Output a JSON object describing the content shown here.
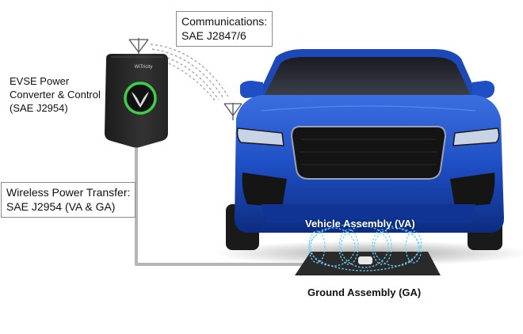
{
  "labels": {
    "evse": [
      "EVSE Power",
      "Converter & Control",
      "(SAE J2954)"
    ],
    "communications": [
      "Communications:",
      "SAE J2847/6"
    ],
    "wireless": [
      "Wireless Power Transfer:",
      "SAE J2954 (VA & GA)"
    ],
    "vehicle_assembly": "Vehicle Assembly (VA)",
    "ground_assembly": "Ground Assembly (GA)"
  },
  "evse_brand": "WiTricity",
  "colors": {
    "car_body": "#1f4fc4",
    "car_dark": "#0d2c80",
    "charger_body": "#2b2b2b",
    "charger_ring": "#3ecf4a",
    "cable": "#b5b5b5",
    "field": "#6ad4ff",
    "pad": "#2a2a2a"
  }
}
